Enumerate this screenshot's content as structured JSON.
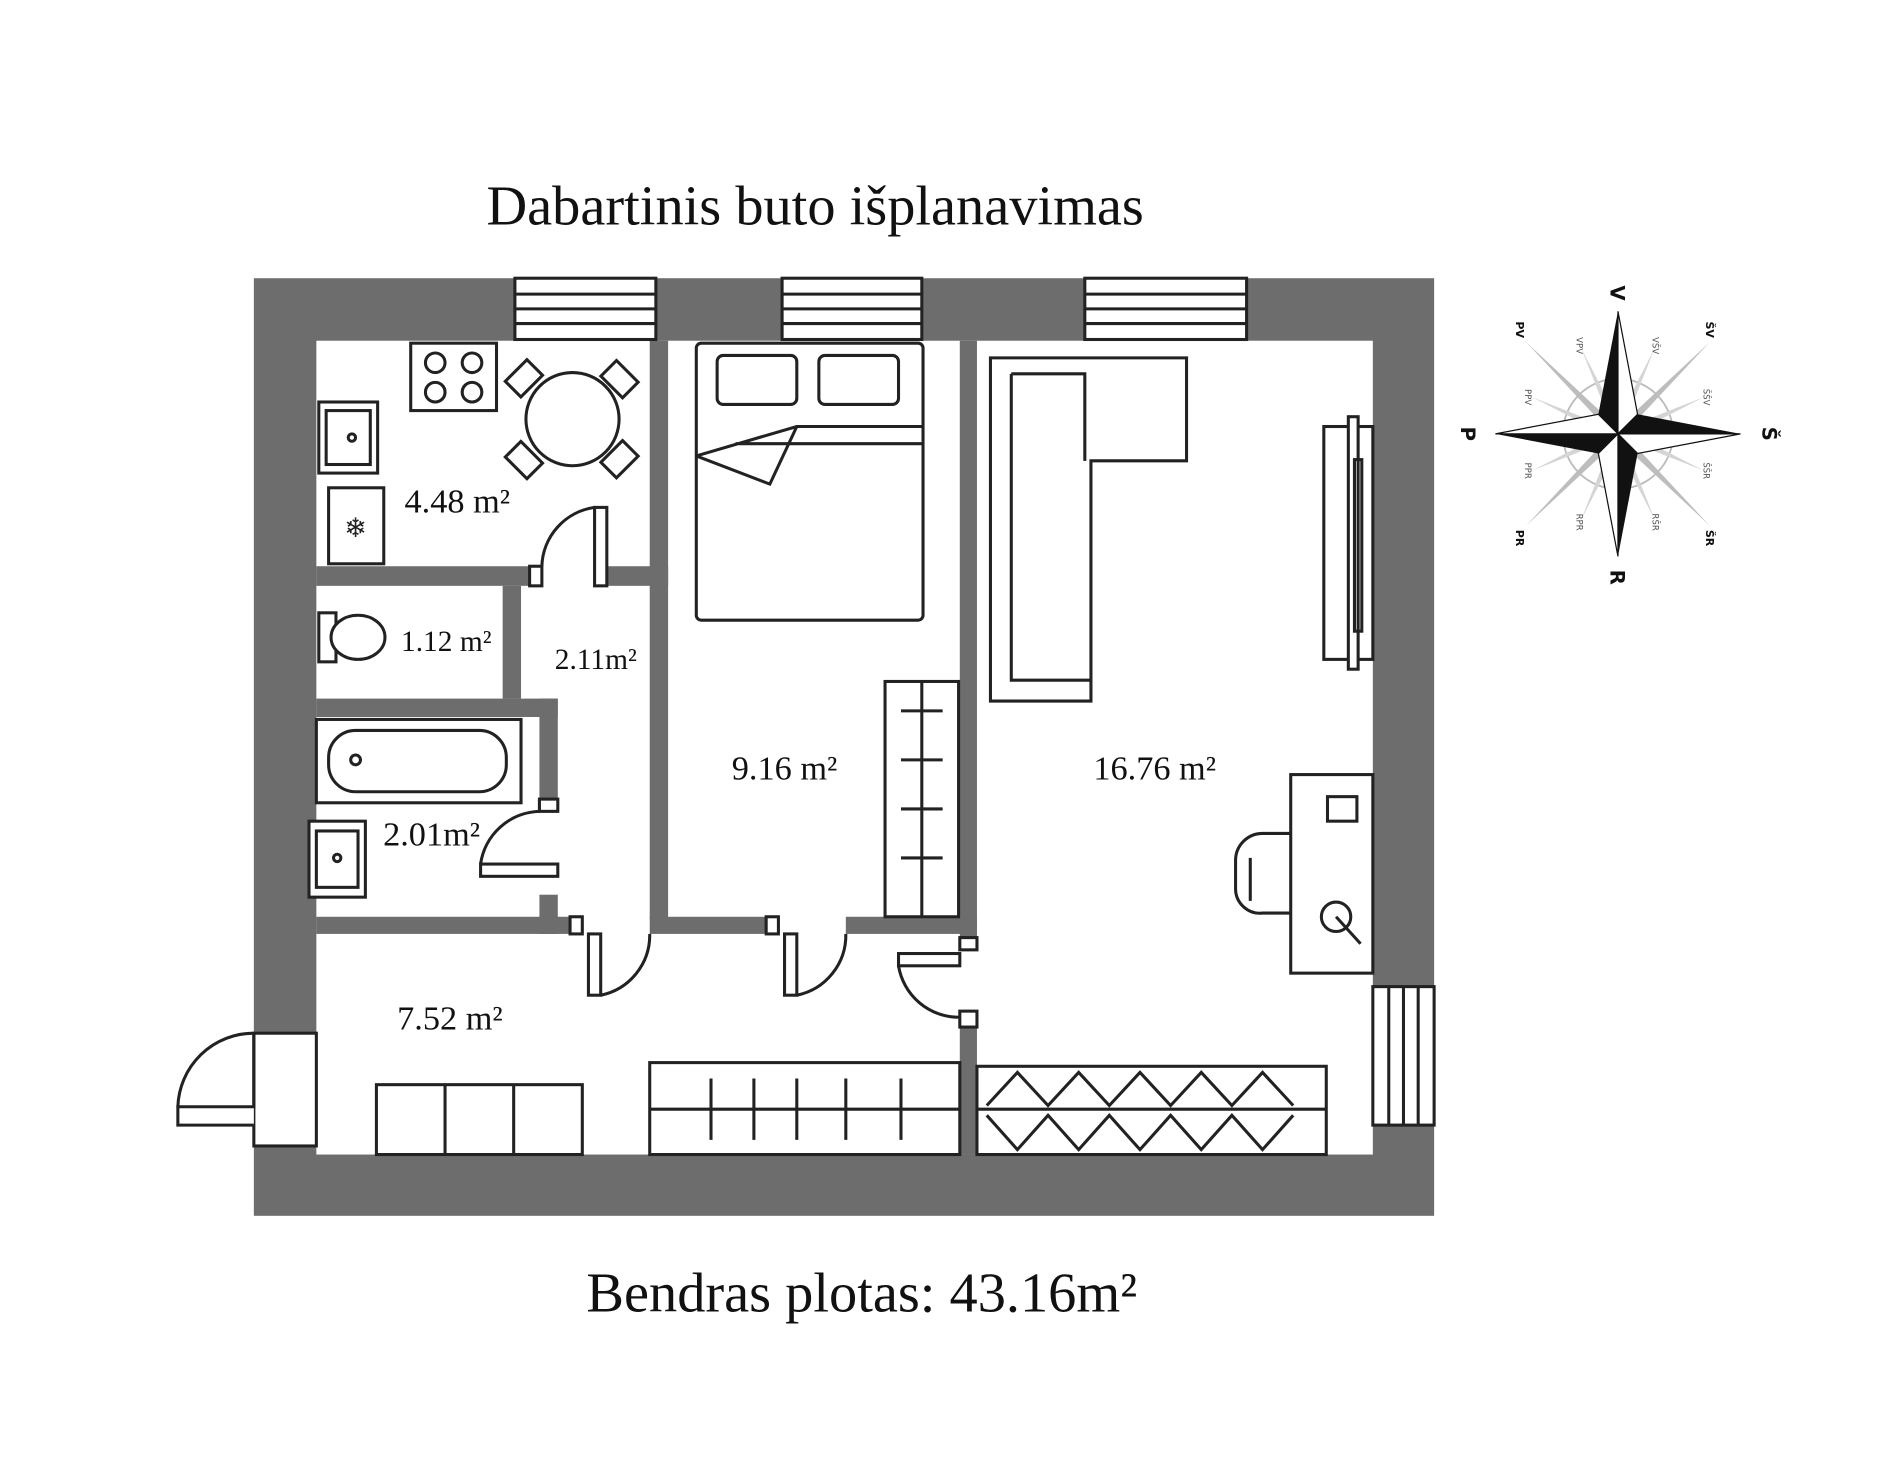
{
  "title": "Dabartinis buto išplanavimas",
  "total_area": "Bendras plotas: 43.16m²",
  "rooms": {
    "kitchen": "4.48 m²",
    "wc": "1.12 m²",
    "closet": "2.11m²",
    "bathroom": "2.01m²",
    "bedroom": "9.16 m²",
    "living_room": "16.76 m²",
    "hallway": "7.52 m²"
  },
  "compass": {
    "north": "V",
    "south": "R",
    "east": "Š",
    "west": "P",
    "ne": "ŠV",
    "nw": "PV",
    "se": "ŠR",
    "sw": "PR",
    "nne": "VŠV",
    "nnw": "VPV",
    "ene": "ŠŠV",
    "wnw": "PPV",
    "ese": "ŠŠR",
    "wsw": "PPR",
    "sse": "RŠR",
    "ssw": "RPR"
  },
  "colors": {
    "wall": "#6d6d6d",
    "line": "#222222"
  }
}
